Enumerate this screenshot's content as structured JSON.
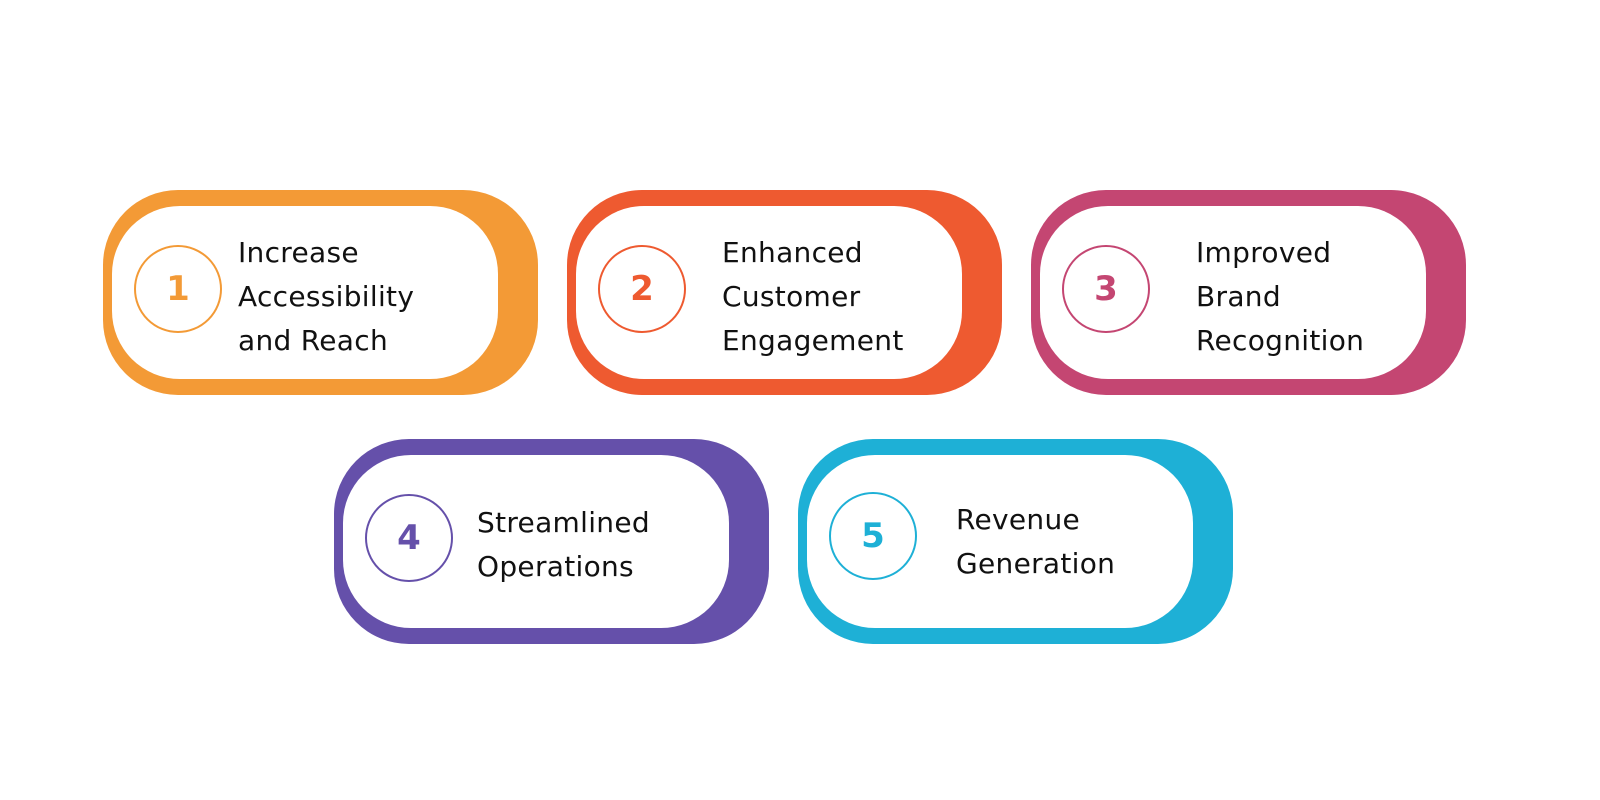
{
  "diagram": {
    "items": [
      {
        "number": "1",
        "lines": [
          "Increase",
          "Accessibility",
          "and Reach"
        ],
        "color": "#F39A36"
      },
      {
        "number": "2",
        "lines": [
          "Enhanced",
          "Customer",
          "Engagement"
        ],
        "color": "#EE5A30"
      },
      {
        "number": "3",
        "lines": [
          "Improved",
          "Brand",
          "Recognition"
        ],
        "color": "#C44672"
      },
      {
        "number": "4",
        "lines": [
          "Streamlined",
          "Operations"
        ],
        "color": "#6550AA"
      },
      {
        "number": "5",
        "lines": [
          "Revenue",
          "Generation"
        ],
        "color": "#1EB0D6"
      }
    ]
  }
}
